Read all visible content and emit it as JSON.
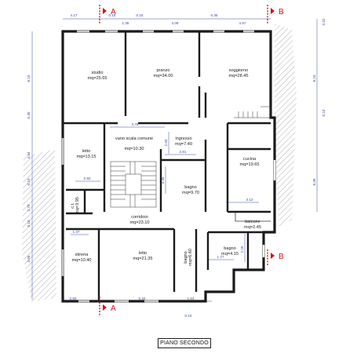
{
  "title": "PIANO SECONDO",
  "accent_color": "#d0141c",
  "dimension_color": "#3a4aa0",
  "rooms": [
    {
      "name": "studio",
      "area": "mq=25.65"
    },
    {
      "name": "pranzo",
      "area": "mq=34.00"
    },
    {
      "name": "soggiorno",
      "area": "mq=28.45"
    },
    {
      "name": "letto",
      "area": "mq=13.15"
    },
    {
      "name": "vano scala comune",
      "area": "mq=10.30"
    },
    {
      "name": "ingresso",
      "area": "mq=7.40"
    },
    {
      "name": "cucina",
      "area": "mq=19.65"
    },
    {
      "name": "bagno",
      "area": "mq=9.70"
    },
    {
      "name": "c.t.",
      "area": "mq=3.95"
    },
    {
      "name": "corridoio",
      "area": "mq=23.10"
    },
    {
      "name": "balcone",
      "area": "mq=2.45"
    },
    {
      "name": "stireria",
      "area": "mq=10.40"
    },
    {
      "name": "letto",
      "area": "mq=21.35"
    },
    {
      "name": "bagno",
      "area": "mq=6.60"
    },
    {
      "name": "bagno",
      "area": "mq=4.15"
    }
  ],
  "section_marks": {
    "a": "A",
    "b": "B"
  },
  "dimensions": {
    "top": [
      "4.17",
      "0.15",
      "1.35",
      "0.15",
      "4.09",
      "0.35",
      "4.57"
    ],
    "left": [
      "6.15",
      "0.30",
      "4.84",
      "0.10",
      "2.70",
      "0.10",
      "4.05"
    ],
    "right": [
      "0.32",
      "6.23",
      "0.10",
      "6.30"
    ],
    "bottom": [
      "2.60",
      "5.34",
      "1.54",
      "0.10"
    ],
    "inner": [
      "3.78",
      "2.81",
      "2.82",
      "3.12",
      "1.47",
      "1.77",
      "2.25",
      "2.03",
      "3.35"
    ]
  }
}
